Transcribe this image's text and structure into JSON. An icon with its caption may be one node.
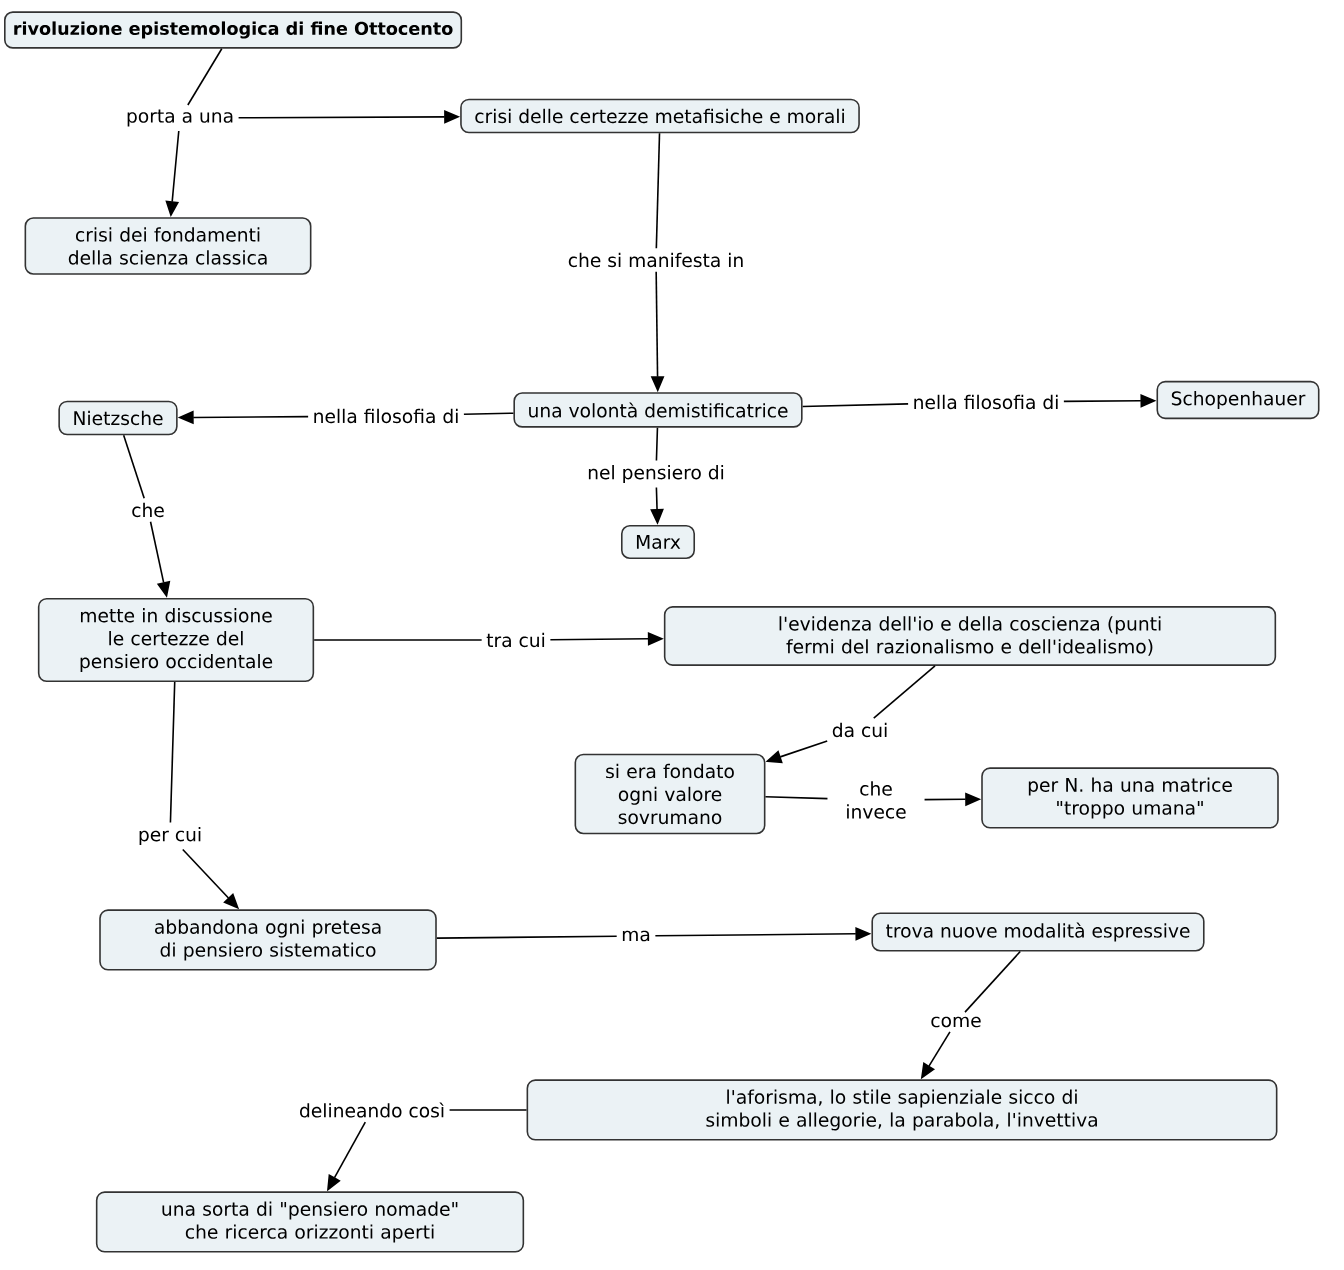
{
  "diagram": {
    "nodes": [
      {
        "text": [
          "rivoluzione epistemologica di fine Ottocento"
        ]
      },
      {
        "text": [
          "porta a una"
        ]
      },
      {
        "text": [
          "crisi delle certezze metafisiche e morali"
        ]
      },
      {
        "text": [
          "crisi dei fondamenti della scienza classica"
        ]
      },
      {
        "text": [
          "che si manifesta in"
        ]
      },
      {
        "text": [
          "una volontà demistificatrice"
        ]
      },
      {
        "text": [
          "nella filosofia di"
        ]
      },
      {
        "text": [
          "Nietzsche"
        ]
      },
      {
        "text": [
          "nella filosofia di"
        ]
      },
      {
        "text": [
          "Schopenhauer"
        ]
      },
      {
        "text": [
          "nel pensiero di"
        ]
      },
      {
        "text": [
          "Marx"
        ]
      },
      {
        "text": [
          "che"
        ]
      },
      {
        "text": [
          "mette in discussione le certezze del pensiero occidentale"
        ]
      },
      {
        "text": [
          "tra cui"
        ]
      },
      {
        "text": [
          "l'evidenza dell'io e della coscienza (punti fermi del razionalismo e dell'idealismo)"
        ]
      },
      {
        "text": [
          "da cui"
        ]
      },
      {
        "text": [
          "si era fondato ogni valore sovrumano"
        ]
      },
      {
        "text": [
          "che invece"
        ]
      },
      {
        "text": [
          "per N. ha una matrice \"troppo umana\""
        ]
      },
      {
        "text": [
          "per cui"
        ]
      },
      {
        "text": [
          "abbandona ogni pretesa di pensiero sistematico"
        ]
      },
      {
        "text": [
          "ma"
        ]
      },
      {
        "text": [
          "trova nuove modalità espressive"
        ]
      },
      {
        "text": [
          "come"
        ]
      },
      {
        "text": [
          "l'aforisma, lo stile sapienziale sicco di simboli e allegorie, la parabola, l'invettiva"
        ]
      },
      {
        "text": [
          "delineando così"
        ]
      },
      {
        "text": [
          "una sorta di \"pensiero nomade\" che ricerca orizzonti aperti"
        ]
      }
    ],
    "edges": [
      {
        "from": 0,
        "to": 1,
        "arrow": "none"
      },
      {
        "from": 1,
        "to": 2,
        "arrow": "to"
      },
      {
        "from": 1,
        "to": 3,
        "arrow": "to"
      },
      {
        "from": 2,
        "to": 4,
        "arrow": "none"
      },
      {
        "from": 4,
        "to": 5,
        "arrow": "to"
      },
      {
        "from": 5,
        "to": 6,
        "arrow": "none"
      },
      {
        "from": 6,
        "to": 7,
        "arrow": "to"
      },
      {
        "from": 5,
        "to": 8,
        "arrow": "none"
      },
      {
        "from": 8,
        "to": 9,
        "arrow": "to"
      },
      {
        "from": 5,
        "to": 10,
        "arrow": "none"
      },
      {
        "from": 10,
        "to": 11,
        "arrow": "to"
      },
      {
        "from": 7,
        "to": 12,
        "arrow": "none"
      },
      {
        "from": 12,
        "to": 13,
        "arrow": "to"
      },
      {
        "from": 13,
        "to": 14,
        "arrow": "none"
      },
      {
        "from": 14,
        "to": 15,
        "arrow": "to"
      },
      {
        "from": 15,
        "to": 16,
        "arrow": "none"
      },
      {
        "from": 16,
        "to": 17,
        "arrow": "to"
      },
      {
        "from": 17,
        "to": 18,
        "arrow": "none"
      },
      {
        "from": 18,
        "to": 19,
        "arrow": "to"
      },
      {
        "from": 13,
        "to": 20,
        "arrow": "none"
      },
      {
        "from": 20,
        "to": 21,
        "arrow": "to"
      },
      {
        "from": 21,
        "to": 22,
        "arrow": "none"
      },
      {
        "from": 22,
        "to": 23,
        "arrow": "to"
      },
      {
        "from": 23,
        "to": 24,
        "arrow": "none"
      },
      {
        "from": 24,
        "to": 25,
        "arrow": "to"
      },
      {
        "from": 25,
        "to": 26,
        "arrow": "none"
      },
      {
        "from": 26,
        "to": 27,
        "arrow": "to"
      }
    ]
  }
}
